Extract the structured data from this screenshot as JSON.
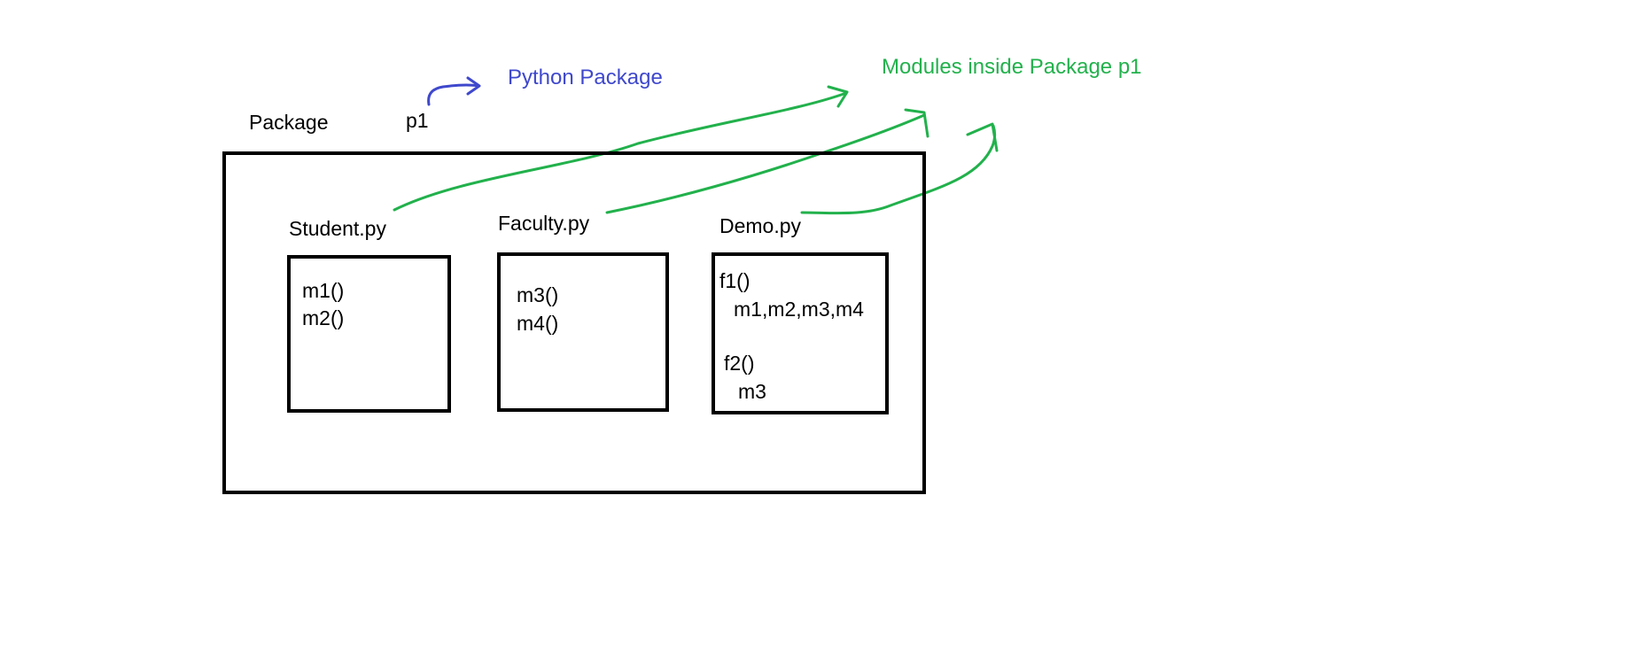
{
  "labels": {
    "package_word": "Package",
    "package_name": "p1",
    "python_package": "Python Package",
    "modules_inside": "Modules inside Package p1"
  },
  "modules": [
    {
      "name": "Student.py",
      "lines": [
        "m1()",
        "m2()"
      ]
    },
    {
      "name": "Faculty.py",
      "lines": [
        "m3()",
        "m4()"
      ]
    },
    {
      "name": "Demo.py",
      "lines": [
        "f1()",
        "m1,m2,m3,m4",
        "f2()",
        "m3"
      ]
    }
  ],
  "colors": {
    "ink": "#000000",
    "blue_annotation": "#3f48cc",
    "green_annotation": "#22b14c",
    "background": "#ffffff"
  }
}
